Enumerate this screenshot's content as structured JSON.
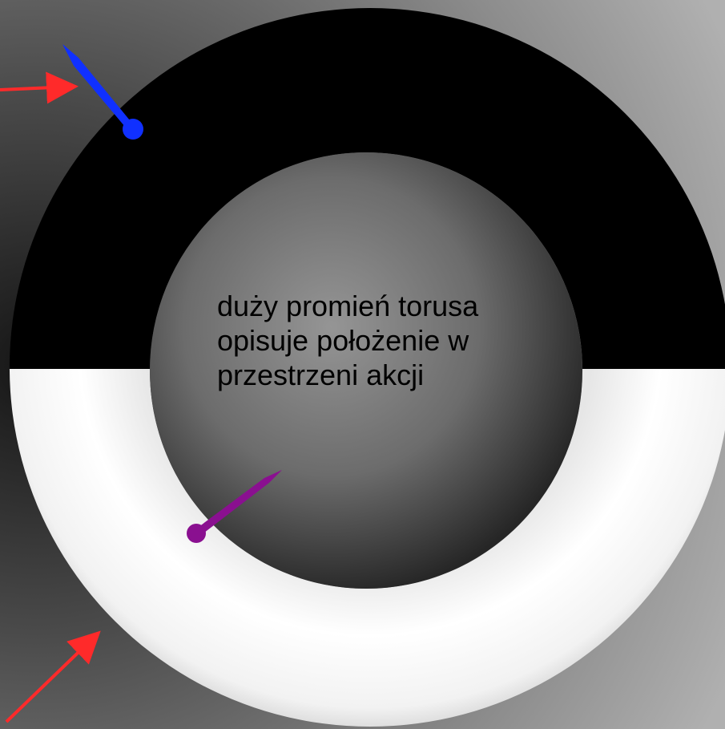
{
  "caption": {
    "line1": "duży promień torusa",
    "line2": "opisuje położenie w",
    "line3": "przestrzeni akcji"
  },
  "colors": {
    "background_light": "#a8a8a8",
    "background_dark": "#1a1a1a",
    "torus_top": "#000000",
    "torus_bottom": "#ffffff",
    "hole_center": "#8a8a8a",
    "hole_edge": "#2a2a2a",
    "vector_blue": "#1030ff",
    "vector_purple": "#8a1090",
    "arrow_red": "#ff2a2a"
  }
}
